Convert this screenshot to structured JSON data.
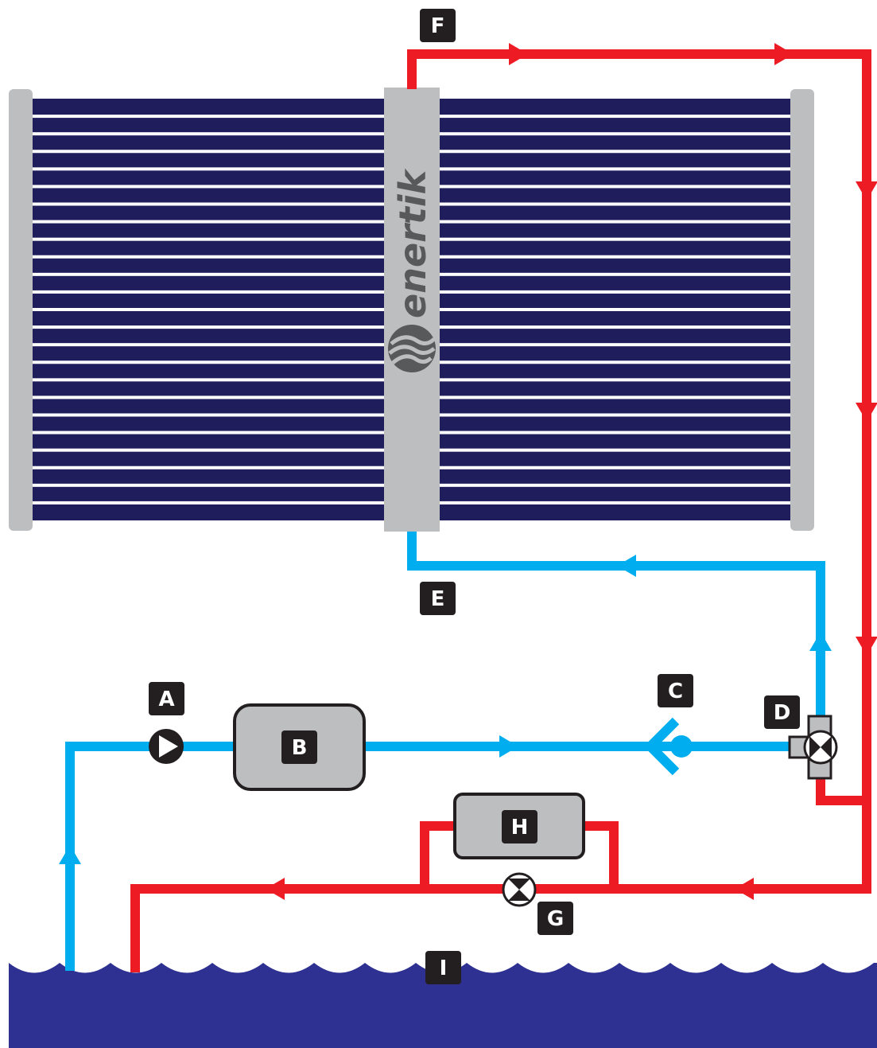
{
  "brand": {
    "name": "enertik",
    "logo_icon": "swirl-logo-icon"
  },
  "labels": {
    "A": "A",
    "B": "B",
    "C": "C",
    "D": "D",
    "E": "E",
    "F": "F",
    "G": "G",
    "H": "H",
    "I": "I"
  },
  "colors": {
    "hot_line": "#ed1c24",
    "cold_line": "#00aeef",
    "panel_tube": "#1f1d5c",
    "panel_frame": "#bcbec0",
    "pool_water": "#2e3192",
    "label_bg": "#231f20",
    "component_fill": "#bcbec0"
  },
  "icons": {
    "pump": "pump-icon",
    "check_valve": "check-valve-icon",
    "three_way_valve": "three-way-valve-icon",
    "bypass_valve": "valve-icon",
    "flow_arrow": "flow-arrow-icon"
  }
}
